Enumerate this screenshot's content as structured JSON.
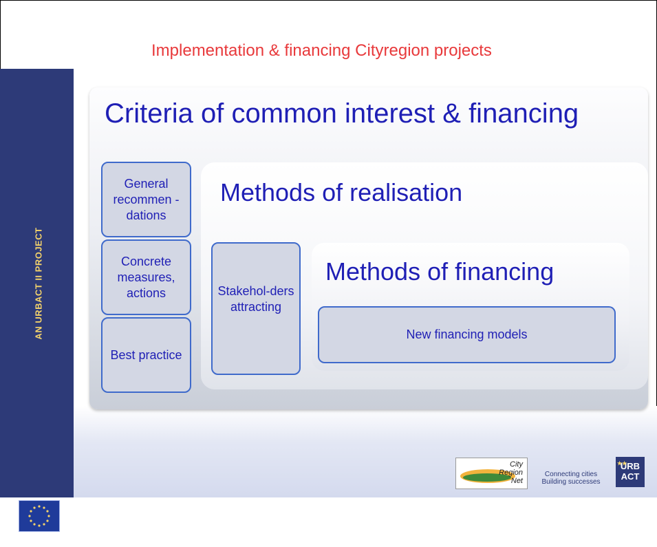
{
  "title": "Implementation & financing Cityregion projects",
  "sidebar": {
    "label": "AN URBACT II PROJECT",
    "eu_label": "European Union"
  },
  "diagram": {
    "outer_title": "Criteria of common interest & financing",
    "side_items": [
      "General recommen -dations",
      "Concrete measures, actions",
      "Best practice"
    ],
    "middle_title": "Methods of realisation",
    "stakeholders": "Stakehol-ders attracting",
    "inner_title": "Methods of financing",
    "inner_item": "New financing models"
  },
  "footer": {
    "crn_logo": "City\nRegion\nNet",
    "tagline": "Connecting cities Building successes",
    "urbact_logo": "URB ACT"
  },
  "colors": {
    "title": "#e8393b",
    "diagram_text": "#1f1fb5",
    "sidebar": "#2d3a78",
    "box_border": "#3f6acb"
  }
}
